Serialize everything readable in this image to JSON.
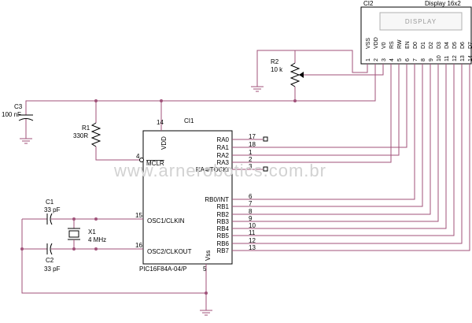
{
  "lcd": {
    "ref": "CI2",
    "title": "Display 16x2",
    "screen_text": "DISPLAY",
    "pins": [
      {
        "name": "VSS",
        "num": "1"
      },
      {
        "name": "VDD",
        "num": "2"
      },
      {
        "name": "V0",
        "num": "3"
      },
      {
        "name": "RS",
        "num": "4"
      },
      {
        "name": "RW",
        "num": "5"
      },
      {
        "name": "EN",
        "num": "6"
      },
      {
        "name": "D0",
        "num": "7"
      },
      {
        "name": "D1",
        "num": "8"
      },
      {
        "name": "D2",
        "num": "9"
      },
      {
        "name": "D3",
        "num": "10"
      },
      {
        "name": "D4",
        "num": "11"
      },
      {
        "name": "D5",
        "num": "12"
      },
      {
        "name": "D6",
        "num": "13"
      },
      {
        "name": "D7",
        "num": "14"
      }
    ]
  },
  "mcu": {
    "ref": "CI1",
    "part": "PIC16F84A-04/P",
    "vdd_label": "VDD",
    "vdd_pin": "14",
    "vss_label": "Vss",
    "vss_pin": "5",
    "mclr_label": "MCLR",
    "mclr_pin": "4",
    "osc1_label": "OSC1/CLKIN",
    "osc1_pin": "15",
    "osc2_label": "OSC2/CLKOUT",
    "osc2_pin": "16",
    "right_pins": [
      {
        "label": "RA0",
        "num": "17"
      },
      {
        "label": "RA1",
        "num": "18"
      },
      {
        "label": "RA2",
        "num": "1"
      },
      {
        "label": "RA3",
        "num": "2"
      },
      {
        "label": "RA4/TOCKI",
        "num": "3"
      },
      {
        "label": "RB0/INT",
        "num": "6"
      },
      {
        "label": "RB1",
        "num": "7"
      },
      {
        "label": "RB2",
        "num": "8"
      },
      {
        "label": "RB3",
        "num": "9"
      },
      {
        "label": "RB4",
        "num": "10"
      },
      {
        "label": "RB5",
        "num": "11"
      },
      {
        "label": "RB6",
        "num": "12"
      },
      {
        "label": "RB7",
        "num": "13"
      }
    ]
  },
  "components": {
    "r1": {
      "ref": "R1",
      "value": "330R"
    },
    "r2": {
      "ref": "R2",
      "value": "10 k"
    },
    "c1": {
      "ref": "C1",
      "value": "33 pF"
    },
    "c2": {
      "ref": "C2",
      "value": "33 pF"
    },
    "c3": {
      "ref": "C3",
      "value": "100 nF"
    },
    "x1": {
      "ref": "X1",
      "value": "4 MHz"
    }
  },
  "watermark": "www.arnerobotics.com.br"
}
